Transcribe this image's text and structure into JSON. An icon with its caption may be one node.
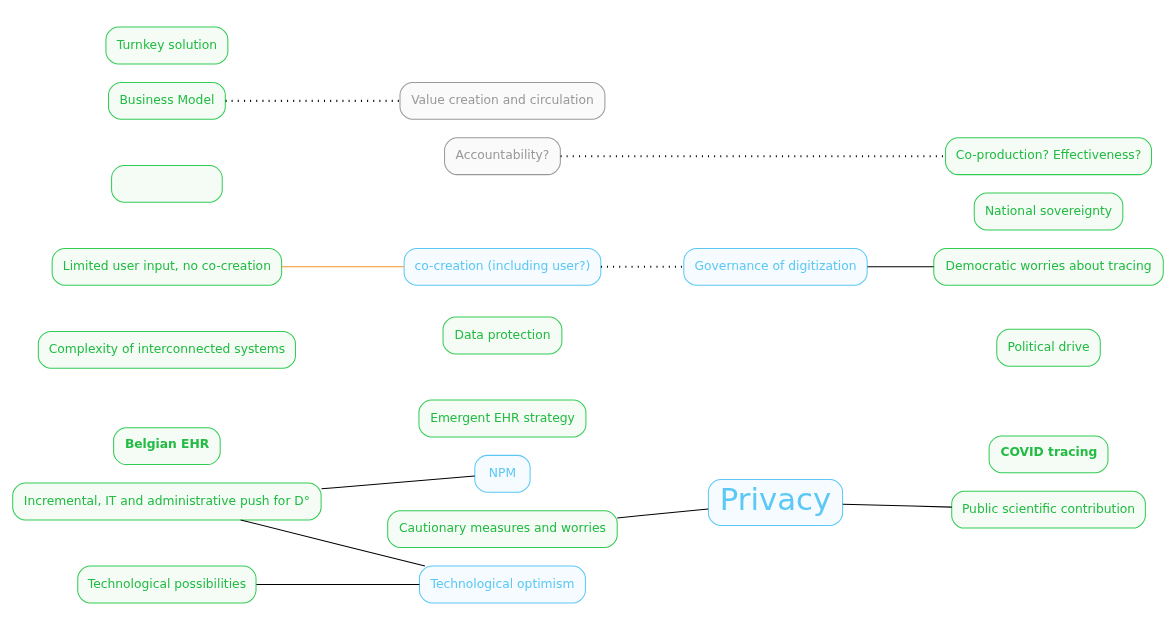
{
  "diagram": {
    "nodes": [
      {
        "text": [
          "Belgian EHR"
        ]
      },
      {
        "text": [
          "Emergent EHR strategy"
        ]
      },
      {
        "text": [
          "Complexity of interconnected systems"
        ]
      },
      {
        "text": [
          "Data protection"
        ]
      },
      {
        "text": [
          "NPM"
        ]
      },
      {
        "text": [
          "Incremental, IT and administrative push for D°"
        ]
      },
      {
        "text": [
          "Cautionary measures and worries"
        ]
      },
      {
        "text": [
          "COVID tracing"
        ]
      },
      {
        "text": [
          "Privacy"
        ]
      },
      {
        "text": [
          "Political drive"
        ]
      },
      {
        "text": [
          "Public scientific contribution"
        ]
      },
      {
        "text": [
          "Limited user input, no co-creation"
        ]
      },
      {
        "text": [
          "Technological optimism"
        ]
      },
      {
        "text": [
          "Governance of digitization"
        ]
      },
      {
        "text": [
          "National sovereignty"
        ]
      },
      {
        "text": [
          "Democratic worries about tracing"
        ]
      },
      {
        "text": [],
        "shape": "box"
      },
      {
        "text": [
          "Technological possibilities"
        ]
      },
      {
        "text": [
          "co-creation (including user?)"
        ]
      },
      {
        "text": [
          "Co-production? Effectiveness?"
        ]
      },
      {
        "text": [
          "Business Model"
        ]
      },
      {
        "text": [
          "Turnkey solution"
        ]
      },
      {
        "text": [
          "Value creation and circulation"
        ]
      },
      {
        "text": [
          "Accountability?"
        ]
      }
    ],
    "edges": [
      {
        "from": 4,
        "to": 5,
        "arrow": "none"
      },
      {
        "from": 5,
        "to": 12,
        "arrow": "none"
      },
      {
        "from": 12,
        "to": 17,
        "arrow": "none"
      },
      {
        "from": 6,
        "to": 8,
        "arrow": "none"
      },
      {
        "from": 8,
        "to": 10,
        "arrow": "none"
      },
      {
        "from": 13,
        "to": 15,
        "arrow": "none"
      },
      {
        "from": 18,
        "to": 13,
        "arrow": "none",
        "style": "dashed"
      },
      {
        "from": 11,
        "to": 18,
        "arrow": "none",
        "color": "#f7941d"
      },
      {
        "from": 20,
        "to": 22,
        "arrow": "none",
        "style": "dashed"
      },
      {
        "from": 23,
        "to": 19,
        "arrow": "none",
        "style": "dashed"
      }
    ]
  }
}
